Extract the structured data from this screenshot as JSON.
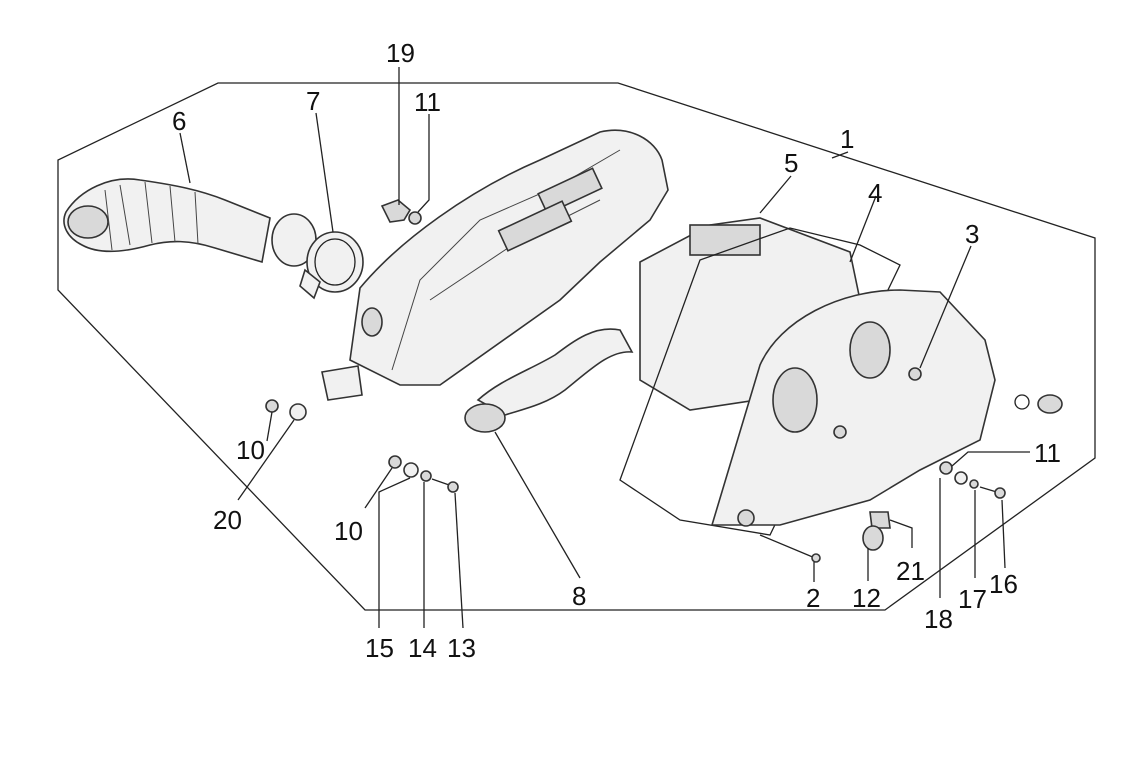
{
  "labels": {
    "p1": "1",
    "p2": "2",
    "p3": "3",
    "p4": "4",
    "p5": "5",
    "p6": "6",
    "p7": "7",
    "p8": "8",
    "p10a": "10",
    "p10b": "10",
    "p11a": "11",
    "p11b": "11",
    "p12": "12",
    "p13": "13",
    "p14": "14",
    "p15": "15",
    "p16": "16",
    "p17": "17",
    "p18": "18",
    "p19": "19",
    "p20": "20",
    "p21": "21"
  }
}
